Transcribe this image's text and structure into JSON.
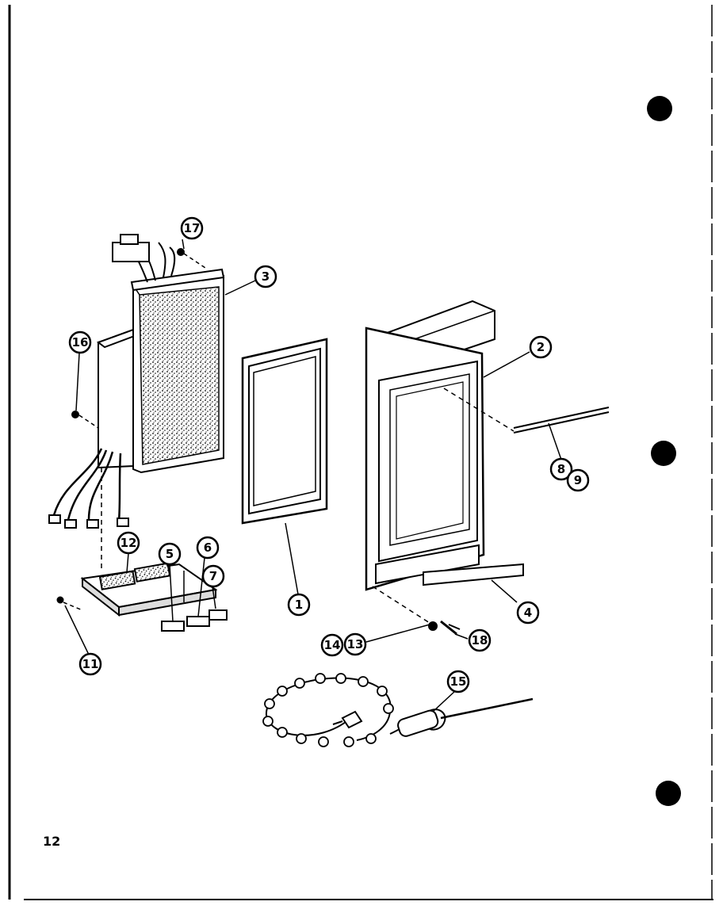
{
  "page_number": "12",
  "callouts": {
    "c1": "1",
    "c2": "2",
    "c3": "3",
    "c4": "4",
    "c5": "5",
    "c6": "6",
    "c7": "7",
    "c8": "8",
    "c9": "9",
    "c11": "11",
    "c12": "12",
    "c13": "13",
    "c14": "14",
    "c15": "15",
    "c16": "16",
    "c17": "17",
    "c18": "18"
  }
}
